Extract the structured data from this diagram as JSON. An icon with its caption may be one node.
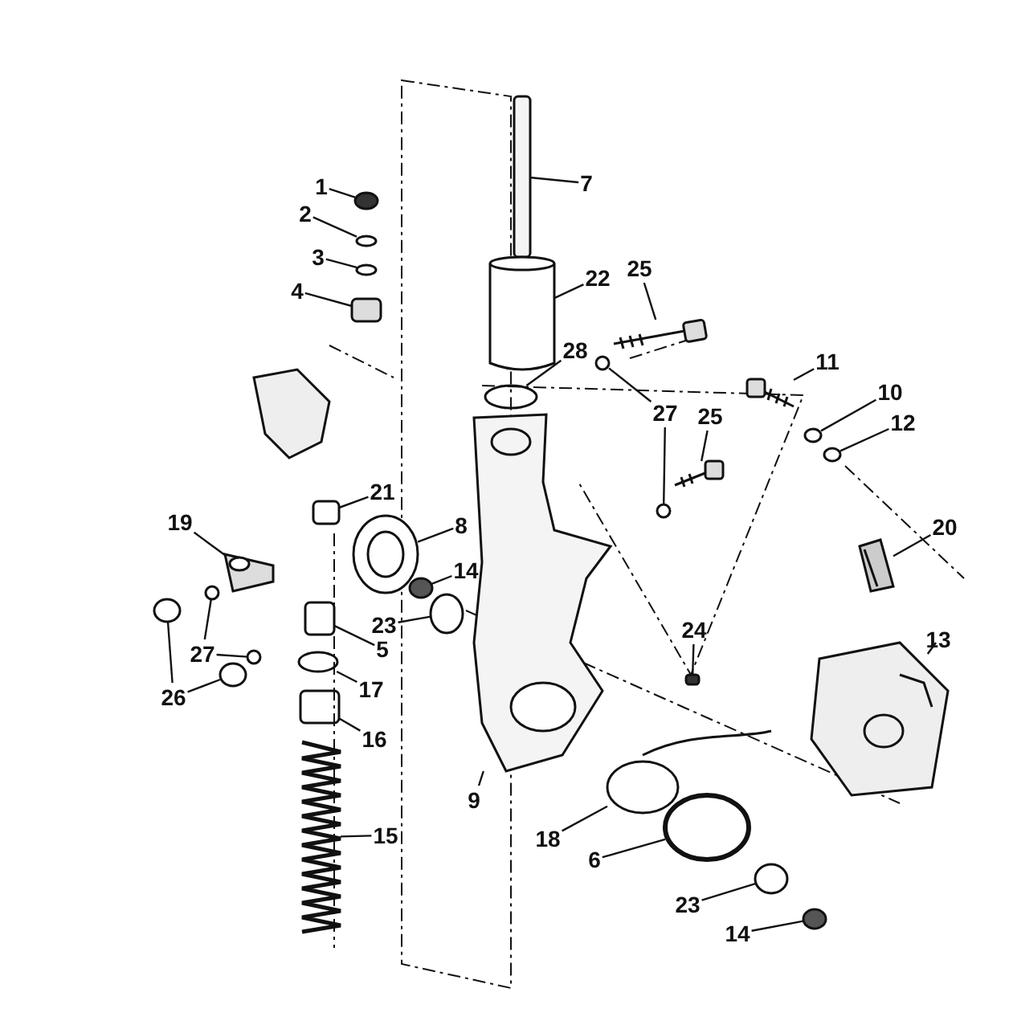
{
  "diagram": {
    "nodes": [
      {
        "text": [
          "1"
        ]
      },
      {
        "text": [
          "7"
        ]
      },
      {
        "text": [
          "2"
        ]
      },
      {
        "text": [
          "3"
        ]
      },
      {
        "text": [
          "25"
        ]
      },
      {
        "text": [
          "22"
        ]
      },
      {
        "text": [
          "4"
        ]
      },
      {
        "text": [
          "28"
        ]
      },
      {
        "text": [
          "11"
        ]
      },
      {
        "text": [
          "10"
        ]
      },
      {
        "text": [
          "27"
        ]
      },
      {
        "text": [
          "12"
        ]
      },
      {
        "text": [
          "25"
        ]
      },
      {
        "text": [
          "21"
        ]
      },
      {
        "text": [
          "19"
        ]
      },
      {
        "text": [
          "8"
        ]
      },
      {
        "text": [
          "20"
        ]
      },
      {
        "text": [
          "14"
        ]
      },
      {
        "text": [
          "23"
        ]
      },
      {
        "text": [
          "5"
        ]
      },
      {
        "text": [
          "24"
        ]
      },
      {
        "text": [
          "13"
        ]
      },
      {
        "text": [
          "27"
        ]
      },
      {
        "text": [
          "17"
        ]
      },
      {
        "text": [
          "26"
        ]
      },
      {
        "text": [
          "16"
        ]
      },
      {
        "text": [
          "9"
        ]
      },
      {
        "text": [
          "15"
        ]
      },
      {
        "text": [
          "18"
        ]
      },
      {
        "text": [
          "6"
        ]
      },
      {
        "text": [
          "23"
        ]
      },
      {
        "text": [
          "14"
        ]
      },
      {
        "text": [],
        "shape": "circle"
      },
      {
        "text": [],
        "shape": "box"
      },
      {
        "text": [],
        "shape": "circle"
      },
      {
        "text": [],
        "shape": "circle"
      },
      {
        "text": [],
        "shape": "picture"
      },
      {
        "text": [],
        "shape": "cylinder"
      },
      {
        "text": [],
        "shape": "box"
      },
      {
        "text": [],
        "shape": "circle"
      },
      {
        "text": [],
        "shape": "picture"
      },
      {
        "text": [],
        "shape": "circle"
      },
      {
        "text": [],
        "shape": "circle"
      },
      {
        "text": [],
        "shape": "circle"
      },
      {
        "text": [],
        "shape": "circle"
      },
      {
        "text": [],
        "shape": "picture"
      },
      {
        "text": [],
        "shape": "box"
      },
      {
        "text": [],
        "shape": "picture"
      },
      {
        "text": [],
        "shape": "picture"
      },
      {
        "text": [],
        "shape": "picture"
      },
      {
        "text": [],
        "shape": "circle"
      },
      {
        "text": [],
        "shape": "circle"
      },
      {
        "text": [],
        "shape": "box"
      },
      {
        "text": [],
        "shape": "box"
      },
      {
        "text": [],
        "shape": "picture"
      },
      {
        "text": [],
        "shape": "circle"
      },
      {
        "text": [],
        "shape": "circle"
      },
      {
        "text": [],
        "shape": "circle"
      },
      {
        "text": [],
        "shape": "circle"
      },
      {
        "text": [],
        "shape": "circle"
      },
      {
        "text": [],
        "shape": "box"
      },
      {
        "text": [],
        "shape": "picture"
      },
      {
        "text": [],
        "shape": "picture"
      },
      {
        "text": [],
        "shape": "circle"
      },
      {
        "text": [],
        "shape": "circle"
      },
      {
        "text": [],
        "shape": "circle"
      },
      {
        "text": [],
        "shape": "circle"
      }
    ],
    "edges": [
      {
        "from": 0,
        "to": 32,
        "arrow": "none"
      },
      {
        "from": 1,
        "to": 33,
        "arrow": "none"
      },
      {
        "from": 2,
        "to": 34,
        "arrow": "none"
      },
      {
        "from": 3,
        "to": 35,
        "arrow": "none"
      },
      {
        "from": 4,
        "to": 36,
        "arrow": "none"
      },
      {
        "from": 5,
        "to": 37,
        "arrow": "none"
      },
      {
        "from": 6,
        "to": 38,
        "arrow": "none"
      },
      {
        "from": 7,
        "to": 39,
        "arrow": "none"
      },
      {
        "from": 8,
        "to": 40,
        "arrow": "none"
      },
      {
        "from": 9,
        "to": 41,
        "arrow": "none"
      },
      {
        "from": 10,
        "to": 42,
        "arrow": "none"
      },
      {
        "from": 10,
        "to": 43,
        "arrow": "none"
      },
      {
        "from": 11,
        "to": 44,
        "arrow": "none"
      },
      {
        "from": 12,
        "to": 45,
        "arrow": "none"
      },
      {
        "from": 13,
        "to": 46,
        "arrow": "none"
      },
      {
        "from": 14,
        "to": 47,
        "arrow": "none"
      },
      {
        "from": 15,
        "to": 48,
        "arrow": "none"
      },
      {
        "from": 16,
        "to": 49,
        "arrow": "none"
      },
      {
        "from": 17,
        "to": 50,
        "arrow": "none"
      },
      {
        "from": 18,
        "to": 51,
        "arrow": "none"
      },
      {
        "from": 19,
        "to": 52,
        "arrow": "none"
      },
      {
        "from": 20,
        "to": 53,
        "arrow": "none"
      },
      {
        "from": 21,
        "to": 54,
        "arrow": "none"
      },
      {
        "from": 22,
        "to": 55,
        "arrow": "none"
      },
      {
        "from": 22,
        "to": 56,
        "arrow": "none"
      },
      {
        "from": 23,
        "to": 57,
        "arrow": "none"
      },
      {
        "from": 24,
        "to": 58,
        "arrow": "none"
      },
      {
        "from": 24,
        "to": 59,
        "arrow": "none"
      },
      {
        "from": 25,
        "to": 60,
        "arrow": "none"
      },
      {
        "from": 26,
        "to": 61,
        "arrow": "none"
      },
      {
        "from": 27,
        "to": 62,
        "arrow": "none"
      },
      {
        "from": 28,
        "to": 63,
        "arrow": "none"
      },
      {
        "from": 29,
        "to": 64,
        "arrow": "none"
      },
      {
        "from": 30,
        "to": 65,
        "arrow": "none"
      },
      {
        "from": 31,
        "to": 66,
        "arrow": "none"
      }
    ]
  }
}
